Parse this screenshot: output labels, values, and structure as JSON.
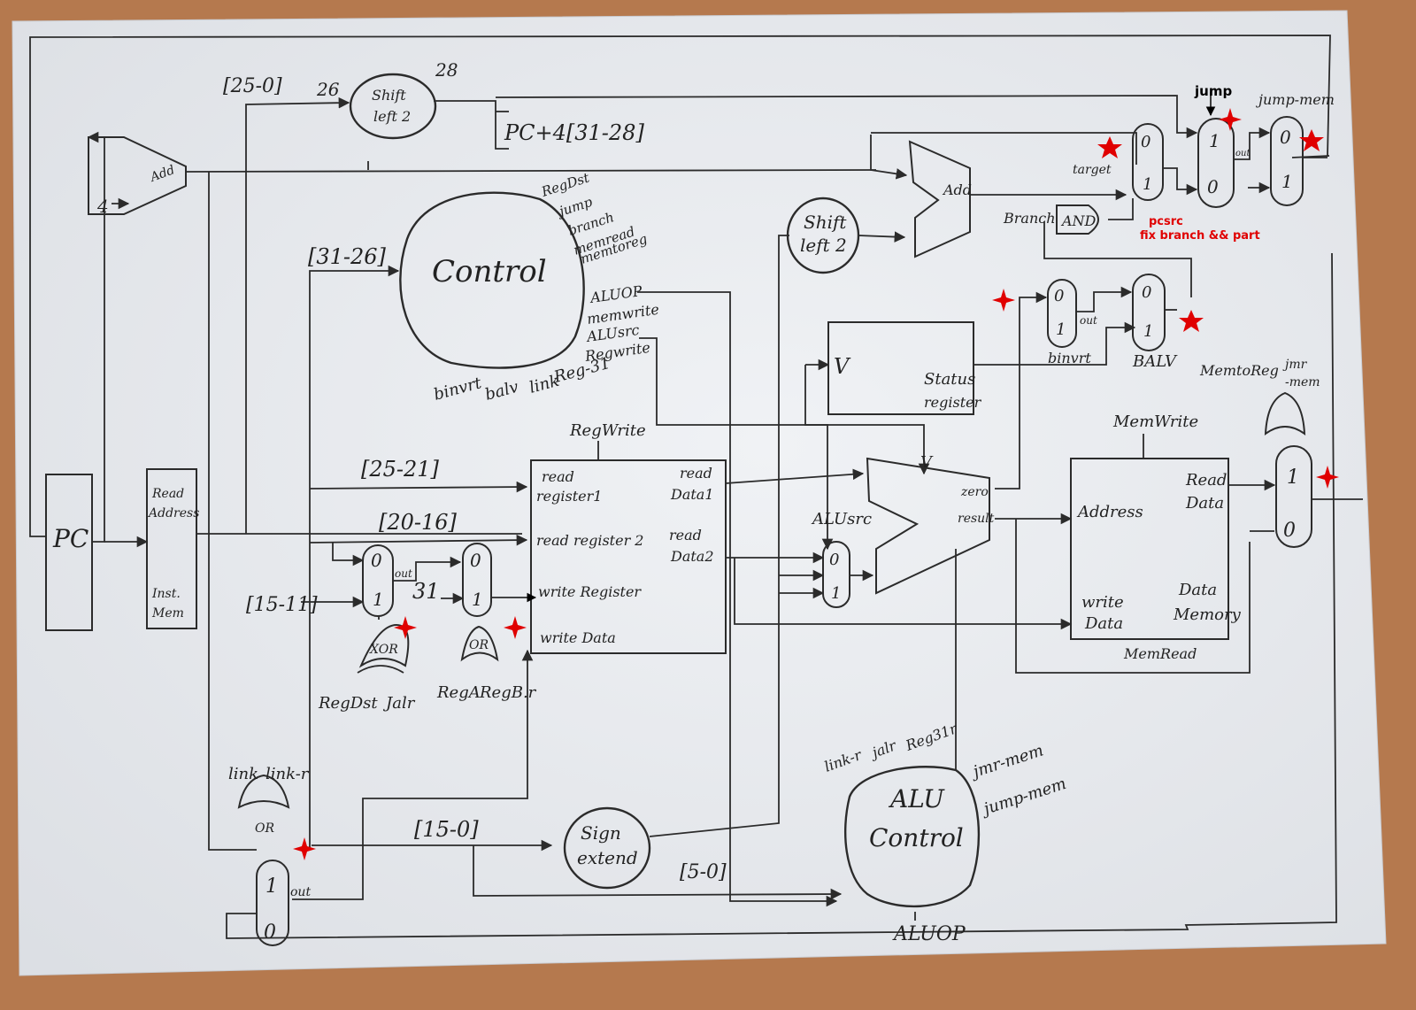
{
  "sheet": {
    "background": "#b5794e",
    "paper": "#eef0f3",
    "ink": "#2b2b2b",
    "annotation": "#e00000"
  },
  "blocks": {
    "pc": "PC",
    "add_top": "Add",
    "add_const": "4",
    "instr_mem": {
      "l1": "Read",
      "l2": "Address",
      "l3": "Inst.",
      "l4": "Mem"
    },
    "shift_top": {
      "l1": "Shift",
      "l2": "left 2"
    },
    "shift_mid": {
      "l1": "Shift",
      "l2": "left 2"
    },
    "add_branch": "Add",
    "control": "Control",
    "regfile": {
      "rr1a": "read",
      "rr1b": "register1",
      "rr2": "read register 2",
      "wr": "write Register",
      "wd": "write Data",
      "rd1a": "read",
      "rd1b": "Data1",
      "rd2a": "read",
      "rd2b": "Data2"
    },
    "status_reg": {
      "v": "V",
      "l1": "Status",
      "l2": "register"
    },
    "alu": {
      "v": "V",
      "zero": "zero",
      "result": "result"
    },
    "data_mem": {
      "address": "Address",
      "rd1": "Read",
      "rd2": "Data",
      "wd1": "write",
      "wd2": "Data",
      "dm1": "Data",
      "dm2": "Memory"
    },
    "sign_extend": {
      "l1": "Sign",
      "l2": "extend"
    },
    "alu_control": {
      "l1": "ALU",
      "l2": "Control"
    }
  },
  "bus_labels": {
    "b25_0": "[25-0]",
    "n26": "26",
    "n28": "28",
    "pc4": "PC+4[31-28]",
    "b31_26": "[31-26]",
    "b25_21": "[25-21]",
    "b20_16": "[20-16]",
    "b15_11": "[15-11]",
    "b15_0": "[15-0]",
    "b5_0": "[5-0]",
    "c31": "31"
  },
  "control_outputs": [
    "RegDst",
    "jump",
    "branch",
    "memread",
    "memtoreg"
  ],
  "control_right": [
    "ALUOP",
    "memwrite",
    "ALUsrc",
    "Regwrite"
  ],
  "control_bottom": [
    "binvrt",
    "balv",
    "link",
    "Reg-31"
  ],
  "signal_labels": {
    "regwrite": "RegWrite",
    "alusrc": "ALUsrc",
    "memwrite": "MemWrite",
    "memread": "MemRead",
    "memtoreg": "MemtoReg",
    "jmr_mem": "jmr\n-mem",
    "jump_mem": "jump-mem",
    "target": "target",
    "branch": "Branch",
    "and": "AND",
    "binvrt": "binvrt",
    "balv": "BALV",
    "regdst": "RegDst",
    "jalr": "Jalr",
    "rega": "RegA",
    "regb": "RegB.r",
    "xor": "XOR",
    "or": "OR",
    "link": "link",
    "link_r": "link-r",
    "out": "out",
    "aluop": "ALUOP",
    "jump": "jump"
  },
  "alu_control_inputs": [
    "link-r",
    "jalr",
    "Reg31r"
  ],
  "alu_control_right": [
    "jmr-mem",
    "jump-mem"
  ],
  "mux_digits": {
    "zero": "0",
    "one": "1"
  },
  "annotations": {
    "pcsrc": "pcsrc",
    "fix": "fix branch && part",
    "jump": "jump"
  }
}
